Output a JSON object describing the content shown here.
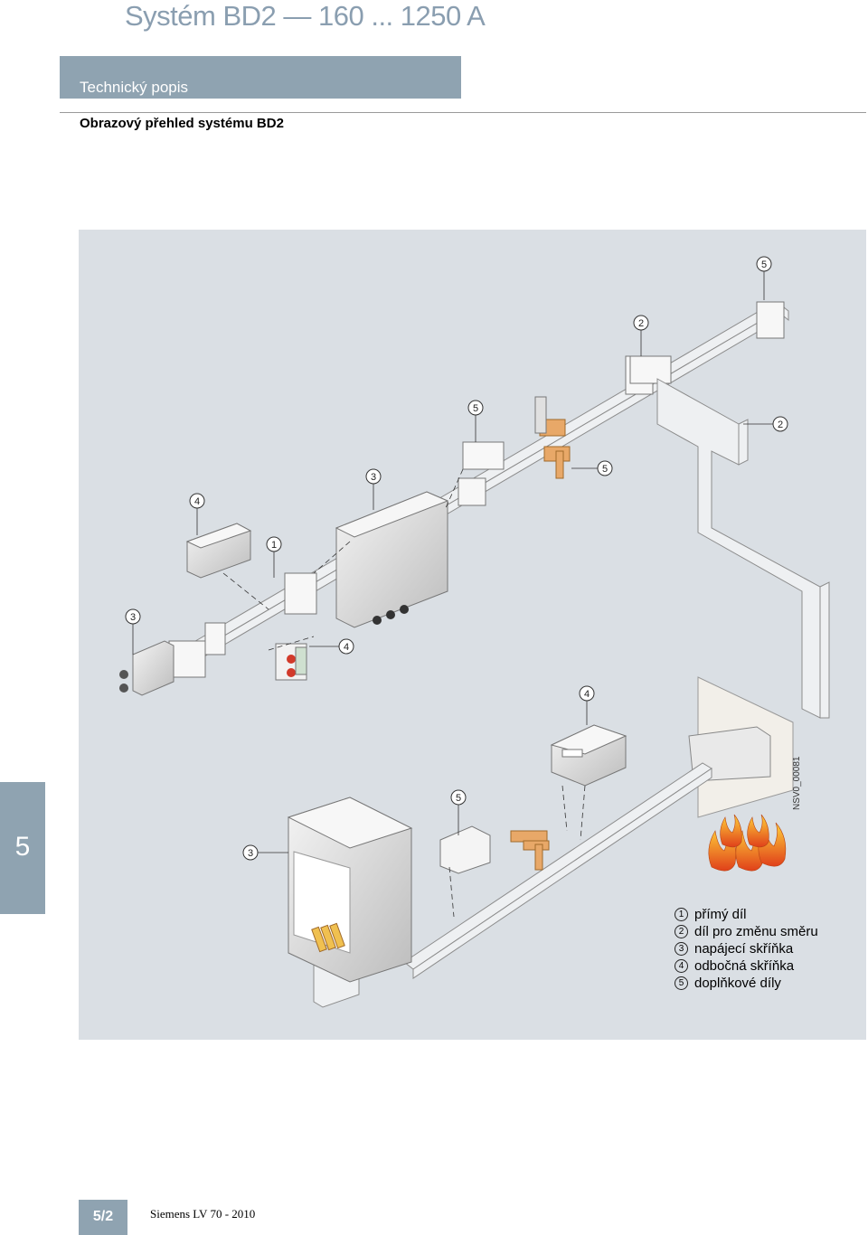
{
  "header": {
    "title": "Systém BD2 — 160 ... 1250 A",
    "section": "Technický popis",
    "subtitle": "Obrazový přehled systému BD2"
  },
  "side_tab": {
    "label": "5"
  },
  "figure": {
    "code": "NSV0_00081",
    "callouts": [
      "5",
      "2",
      "5",
      "2",
      "3",
      "5",
      "4",
      "1",
      "3",
      "4",
      "4",
      "5",
      "3"
    ]
  },
  "legend": [
    {
      "num": "1",
      "label": "přímý díl"
    },
    {
      "num": "2",
      "label": "díl pro změnu směru"
    },
    {
      "num": "3",
      "label": "napájecí skříňka"
    },
    {
      "num": "4",
      "label": "odbočná skříňka"
    },
    {
      "num": "5",
      "label": "doplňkové díly"
    }
  ],
  "footer": {
    "page": "5/2",
    "text": "Siemens LV 70 - 2010"
  },
  "colors": {
    "accent": "#8fa3b1",
    "title": "#8a9eb0",
    "figure_bg": "#dadfe4"
  }
}
